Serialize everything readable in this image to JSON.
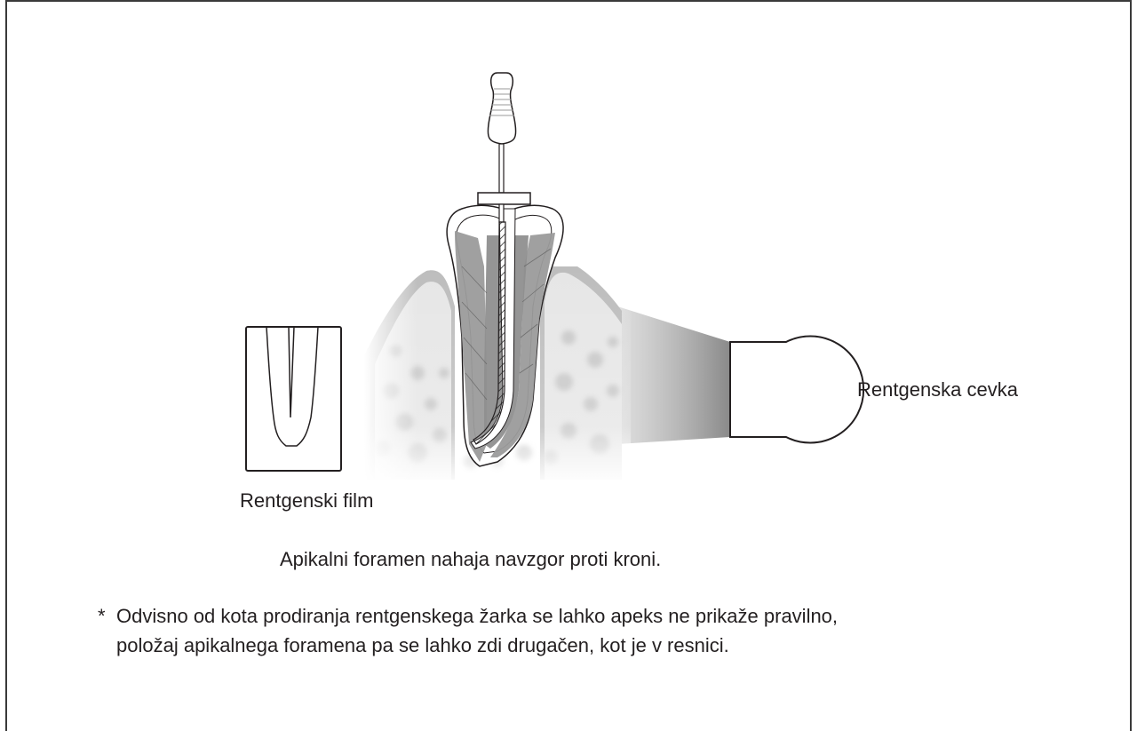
{
  "labels": {
    "film": "Rentgenski film",
    "tube": "Rentgenska cevka",
    "caption": "Apikalni foramen nahaja navzgor proti kroni."
  },
  "note": {
    "marker": "*",
    "line1": "Odvisno od kota prodiranja rentgenskega žarka se lahko apeks ne prikaže pravilno,",
    "line2": "položaj apikalnega foramena pa se lahko zdi drugačen, kot je v resnici."
  },
  "icons": [
    "endodontic-file-icon",
    "tooth-cross-section",
    "xray-film-icon",
    "xray-tube-icon"
  ],
  "colors": {
    "stroke": "#231f20",
    "gum": "#d0d0d0",
    "bone_dot": "#c8c8c8",
    "root_fill": "#8f8f8f"
  }
}
